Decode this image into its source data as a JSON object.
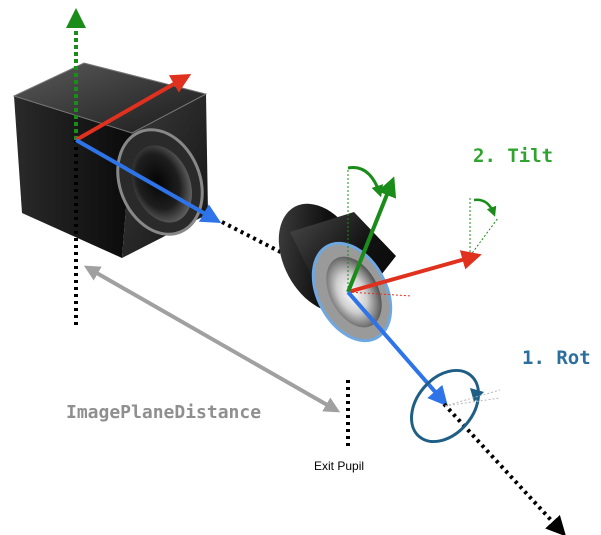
{
  "labels": {
    "tilt": "2. Tilt",
    "rot": "1. Rot",
    "image_plane_distance": "ImagePlaneDistance",
    "exit_pupil": "Exit Pupil"
  },
  "colors": {
    "up_axis": "#1a8c1a",
    "right_axis": "#e0301e",
    "forward_axis": "#2e74e8",
    "distance_arrow": "#a0a0a0",
    "tilt_label": "#2fa52f",
    "rot_label": "#2a6f9e",
    "distance_label": "#8f8f8f",
    "rot_circle": "#1f5f86",
    "lens_ring": "#6fa8e0"
  },
  "icons": [
    "camera-body-icon",
    "lens-icon",
    "tilt-arrow-icon",
    "rotation-circle-icon"
  ]
}
